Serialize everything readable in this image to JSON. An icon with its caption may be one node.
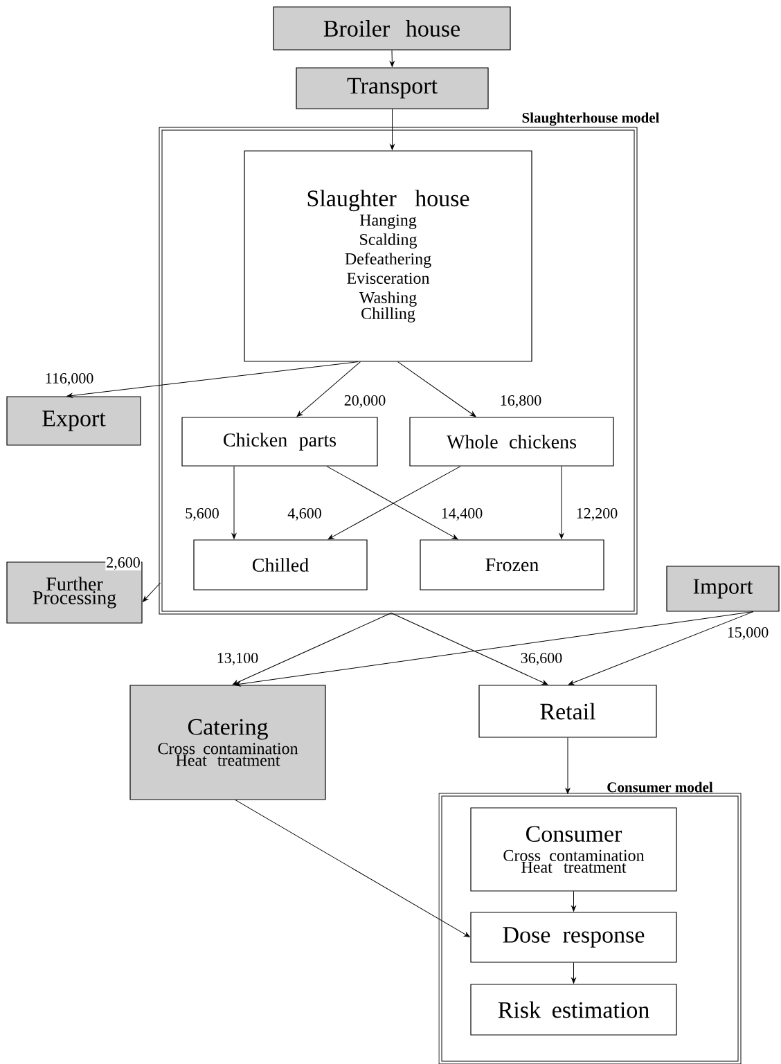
{
  "diagram": {
    "nodes": [
      {
        "text": [
          "Broiler house"
        ]
      },
      {
        "text": [
          "Transport"
        ]
      },
      {
        "text": [
          "Slaughterhouse model"
        ]
      },
      {
        "text": [
          "Slaughter house",
          "Hanging",
          "Scalding",
          "Defeathering",
          "Evisceration",
          "Washing",
          "Chilling"
        ],
        "in": 2
      },
      {
        "text": [
          "Export"
        ]
      },
      {
        "text": [
          "Chicken parts"
        ],
        "in": 2
      },
      {
        "text": [
          "Whole chickens"
        ],
        "in": 2
      },
      {
        "text": [
          "Chilled"
        ],
        "in": 2
      },
      {
        "text": [
          "Frozen"
        ],
        "in": 2
      },
      {
        "text": [
          "Further Processing"
        ]
      },
      {
        "text": [
          "Import"
        ]
      },
      {
        "text": [
          "Catering",
          "Cross contamination",
          "Heat treatment"
        ]
      },
      {
        "text": [
          "Retail"
        ]
      },
      {
        "text": [
          "Consumer model"
        ]
      },
      {
        "text": [
          "Consumer",
          "Cross contamination",
          "Heat treatment"
        ],
        "in": 13
      },
      {
        "text": [
          "Dose response"
        ],
        "in": 13
      },
      {
        "text": [
          "Risk estimation"
        ],
        "in": 13
      }
    ],
    "edges": [
      {
        "from": 0,
        "to": 1,
        "arrow": "to"
      },
      {
        "from": 1,
        "to": 3,
        "arrow": "to"
      },
      {
        "from": 3,
        "to": 4,
        "arrow": "to",
        "label": "116,000"
      },
      {
        "from": 3,
        "to": 5,
        "arrow": "to",
        "label": "20,000"
      },
      {
        "from": 3,
        "to": 6,
        "arrow": "to",
        "label": "16,800"
      },
      {
        "from": 5,
        "to": 7,
        "arrow": "to",
        "label": "5,600"
      },
      {
        "from": 6,
        "to": 7,
        "arrow": "to",
        "label": "4,600"
      },
      {
        "from": 5,
        "to": 8,
        "arrow": "to",
        "label": "14,400"
      },
      {
        "from": 6,
        "to": 8,
        "arrow": "to",
        "label": "12,200"
      },
      {
        "from": 2,
        "to": 9,
        "arrow": "to",
        "label": "2,600"
      },
      {
        "from": 2,
        "to": 11,
        "arrow": "to",
        "label": "13,100"
      },
      {
        "from": 2,
        "to": 12,
        "arrow": "to",
        "label": "36,600"
      },
      {
        "from": 10,
        "to": 11,
        "arrow": "to"
      },
      {
        "from": 10,
        "to": 12,
        "arrow": "to",
        "label": "15,000"
      },
      {
        "from": 12,
        "to": 13,
        "arrow": "to"
      },
      {
        "from": 11,
        "to": 15,
        "arrow": "to"
      },
      {
        "from": 14,
        "to": 15,
        "arrow": "to"
      },
      {
        "from": 15,
        "to": 16,
        "arrow": "to"
      }
    ]
  }
}
